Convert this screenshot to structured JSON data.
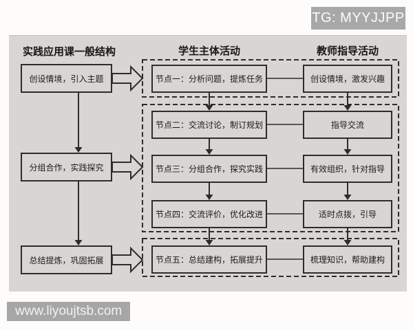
{
  "badge": "TG: MYYJJPP",
  "watermark": "www.liyoujtsb.com",
  "diagram": {
    "left_header": "实践应用课一般结构",
    "student_header": "学生主体活动",
    "teacher_header": "教师指导活动",
    "left_steps": [
      "创设情境，引入主题",
      "分组合作，实践探究",
      "总结提炼，巩固拓展"
    ],
    "student_nodes": [
      "节点一：分析问题，提炼任务",
      "节点二：交流讨论，制订规划",
      "节点三：分组合作，探究实践",
      "节点四：交流评价，优化改进",
      "节点五：总结建构，拓展提升"
    ],
    "teacher_nodes": [
      "创设情境，激发兴趣",
      "指导交流",
      "有效组织，针对指导",
      "适时点拨，引导",
      "梳理知识，帮助建构"
    ],
    "colors": {
      "panel_bg": "#d8d6d3",
      "line": "#2e2c2a",
      "badge_bg": "#a8a8a8",
      "badge_text": "#fbfbfb"
    }
  }
}
